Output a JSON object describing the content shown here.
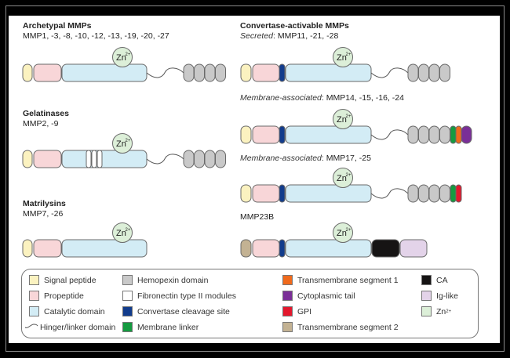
{
  "colors": {
    "signal_peptide": "#fbf2c0",
    "propeptide": "#f8d6d8",
    "catalytic": "#d3ecf5",
    "hemopexin": "#c9c9c9",
    "fibronectin": "#ffffff",
    "convertase": "#123c8c",
    "membrane_linker": "#159a40",
    "tm1": "#f06a1c",
    "cytoplasmic": "#7a2f97",
    "gpi": "#e3182d",
    "tm2": "#c3b293",
    "ca": "#161414",
    "ig_like": "#e3d3e9",
    "zinc": "#dcefd8",
    "outline": "#6a6a6a",
    "frame": "#000000"
  },
  "zinc_label": "Zn",
  "zinc_superscript": "2+",
  "groups": [
    {
      "id": "archetypal",
      "title": "Archetypal MMPs",
      "members": "MMP1, -3, -8, -10, -12, -13, -19, -20, -27",
      "domains": [
        "signal_peptide",
        "propeptide",
        "catalytic",
        "linker",
        "hemopexin x4"
      ]
    },
    {
      "id": "gelatinases",
      "title": "Gelatinases",
      "members": "MMP2, -9",
      "domains": [
        "signal_peptide",
        "propeptide",
        "catalytic (fibronectin x3)",
        "linker",
        "hemopexin x4"
      ]
    },
    {
      "id": "matrilysins",
      "title": "Matrilysins",
      "members": "MMP7, -26",
      "domains": [
        "signal_peptide",
        "propeptide",
        "catalytic"
      ]
    },
    {
      "id": "convertase",
      "title": "Convertase-activable MMPs",
      "subgroups": [
        {
          "prefix": "Secreted",
          "members": ": MMP11, -21, -28",
          "domains": [
            "signal_peptide",
            "propeptide",
            "convertase",
            "catalytic",
            "linker",
            "hemopexin x4"
          ]
        },
        {
          "prefix": "Membrane-associated",
          "members": ": MMP14, -15, -16, -24",
          "domains": [
            "signal_peptide",
            "propeptide",
            "convertase",
            "catalytic",
            "linker",
            "hemopexin x4",
            "membrane_linker",
            "tm1",
            "cytoplasmic"
          ]
        },
        {
          "prefix": "Membrane-associated",
          "members": ": MMP17, -25",
          "domains": [
            "signal_peptide",
            "propeptide",
            "convertase",
            "catalytic",
            "linker",
            "hemopexin x4",
            "membrane_linker",
            "gpi"
          ]
        },
        {
          "prefix": "",
          "members": "MMP23B",
          "domains": [
            "tm2",
            "propeptide",
            "convertase",
            "catalytic",
            "ca",
            "ig_like"
          ]
        }
      ]
    }
  ],
  "legend": [
    {
      "key": "signal_peptide",
      "label": "Signal peptide"
    },
    {
      "key": "propeptide",
      "label": "Propeptide"
    },
    {
      "key": "catalytic",
      "label": "Catalytic domain"
    },
    {
      "key": "linker",
      "label": "Hinger/linker domain"
    },
    {
      "key": "hemopexin",
      "label": "Hemopexin domain"
    },
    {
      "key": "fibronectin",
      "label": "Fibronectin type II modules"
    },
    {
      "key": "convertase",
      "label": "Convertase cleavage site"
    },
    {
      "key": "membrane_linker",
      "label": "Membrane linker"
    },
    {
      "key": "tm1",
      "label": "Transmembrane segment 1"
    },
    {
      "key": "cytoplasmic",
      "label": "Cytoplasmic tail"
    },
    {
      "key": "gpi",
      "label": "GPI"
    },
    {
      "key": "tm2",
      "label": "Transmembrane segment 2"
    },
    {
      "key": "ca",
      "label": "CA"
    },
    {
      "key": "ig_like",
      "label": "Ig-like"
    },
    {
      "key": "zinc",
      "label": "Zn"
    }
  ]
}
